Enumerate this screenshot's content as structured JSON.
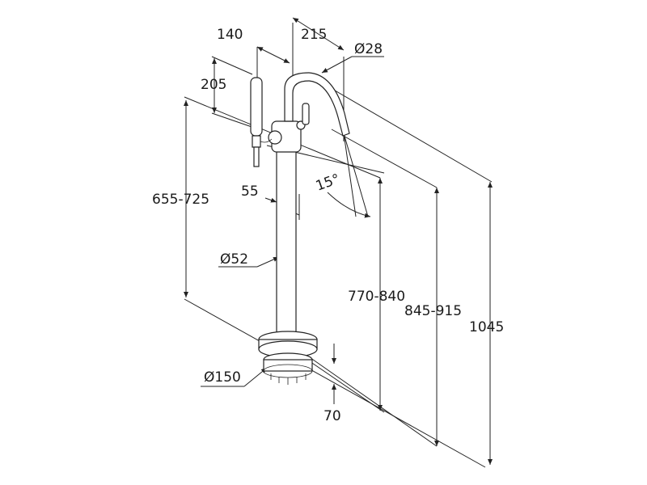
{
  "dimensions": {
    "width_140": "140",
    "offset_215": "215",
    "spout_dia": "Ø28",
    "handshower_205": "205",
    "height_655_725": "655-725",
    "offset_55": "55",
    "angle_15": "15°",
    "column_dia": "Ø52",
    "height_770_840": "770-840",
    "height_845_915": "845-915",
    "height_1045": "1045",
    "base_dia": "Ø150",
    "depth_70": "70"
  }
}
